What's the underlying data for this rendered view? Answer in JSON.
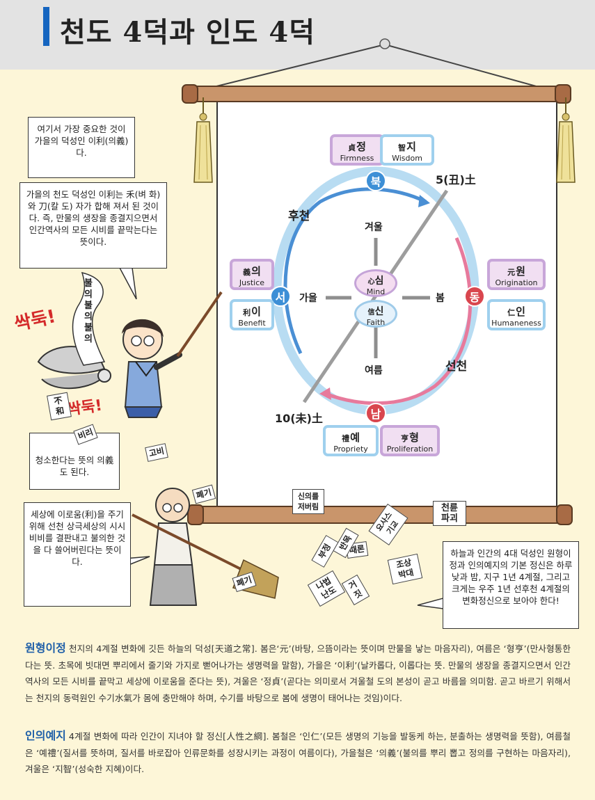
{
  "header": {
    "title": "천도 4덕과 인도 4덕"
  },
  "diagram": {
    "center": {
      "mind": {
        "hanja": "心",
        "hangul": "심",
        "en": "Mind"
      },
      "faith": {
        "hanja": "信",
        "hangul": "신",
        "en": "Faith"
      }
    },
    "seasons": {
      "winter": "겨울",
      "autumn": "가을",
      "spring": "봄",
      "summer": "여름"
    },
    "directions": {
      "north": "북",
      "west": "서",
      "east": "동",
      "south": "남"
    },
    "later_heaven": "후천",
    "early_heaven": "선천",
    "axis_top": "5(丑)土",
    "axis_bottom": "10(未)土",
    "virtues": {
      "firmness": {
        "hanja": "貞",
        "hangul": "정",
        "en": "Firmness"
      },
      "wisdom": {
        "hanja": "智",
        "hangul": "지",
        "en": "Wisdom"
      },
      "justice": {
        "hanja": "義",
        "hangul": "의",
        "en": "Justice"
      },
      "benefit": {
        "hanja": "利",
        "hangul": "이",
        "en": "Benefit"
      },
      "origination": {
        "hanja": "元",
        "hangul": "원",
        "en": "Origination"
      },
      "humaneness": {
        "hanja": "仁",
        "hangul": "인",
        "en": "Humaneness"
      },
      "propriety": {
        "hanja": "禮",
        "hangul": "예",
        "en": "Propriety"
      },
      "proliferation": {
        "hanja": "亨",
        "hangul": "형",
        "en": "Proliferation"
      }
    }
  },
  "bubbles": {
    "b1": "여기서 가장 중요한 것이 가을의 덕성인 이利(의義)다.",
    "b2": "가을의 천도 덕성인 이利는 禾(벼 화)와 刀(칼 도) 자가 합해 져서 된 것이다. 즉, 만물의 생장을 종결지으면서 인간역사의 모든 시비를 끝막는다는 뜻이다.",
    "b3": "청소한다는 뜻의 의義도 된다.",
    "b4": "세상에 이로움(利)을 주기 위해 선천 상극세상의 시시비비를 결판내고 불의한 것을 다 쓸어버린다는 뜻이다.",
    "b5": "하늘과 인간의 4대 덕성인 원형이정과 인의예지의 기본 정신은 하루 낮과 밤, 지구 1년 4계절, 그리고 크게는 우주 1년 선후천 4계절의 변화정신으로 보아야 한다!"
  },
  "cartoon": {
    "snip1": "싹둑!",
    "snip2": "싹둑!",
    "scroll_text": "불의 불의 불의",
    "tag_buhwa": "不和",
    "signs": [
      "비리",
      "고비",
      "폐기",
      "신의를 저버림",
      "천륜 파괴",
      "폐기",
      "때론",
      "조상 박대",
      "거짓",
      "부정",
      "반목",
      "나법 난도",
      "요사스 기교"
    ]
  },
  "paragraphs": {
    "p1_key": "원형이정",
    "p1_text": "천지의 4계절 변화에 깃든 하늘의 덕성[天道之常]. 봄은‘元’(바탕, 으뜸이라는 뜻이며 만물을 낳는 마음자리), 여름은 ‘형亨’(만사형통한다는 뜻. 초목에 빗대면 뿌리에서 줄기와 가지로 뻗어나가는 생명력을 말함), 가을은 ‘이利’(날카롭다, 이롭다는 뜻. 만물의 생장을 종결지으면서 인간 역사의 모든 시비를 끝막고 세상에 이로움을 준다는 뜻), 겨울은 ‘정貞’(곧다는 의미로서 겨울철 도의 본성이 곧고 바름을 의미함. 곧고 바르기 위해서는 천지의 동력원인 수기水氣가 몸에 충만해야 하며, 수기를 바탕으로 봄에 생명이 태어나는 것임)이다.",
    "p2_key": "인의예지",
    "p2_text": "4계절 변화에 따라 인간이 지녀야 할 정신[人性之綱]. 봄철은 ‘인仁’(모든 생명의 기능을 발동케 하는, 분출하는 생명력을 뜻함), 여름철은 ‘예禮’(질서를 뜻하며, 질서를 바로잡아 인류문화를 성장시키는 과정이 여름이다), 가을철은 ‘의義’(불의를 뿌리 뽑고 정의를 구현하는 마음자리), 겨울은 ‘지智’(성숙한 지혜)이다."
  },
  "colors": {
    "title_bar": "#1565c0",
    "later_heaven_arc": "#4a8fd4",
    "early_heaven_arc": "#e77a9c",
    "dir_blue": "#3d8fd6",
    "dir_red": "#d9464e",
    "key_text": "#1f5fa8"
  }
}
